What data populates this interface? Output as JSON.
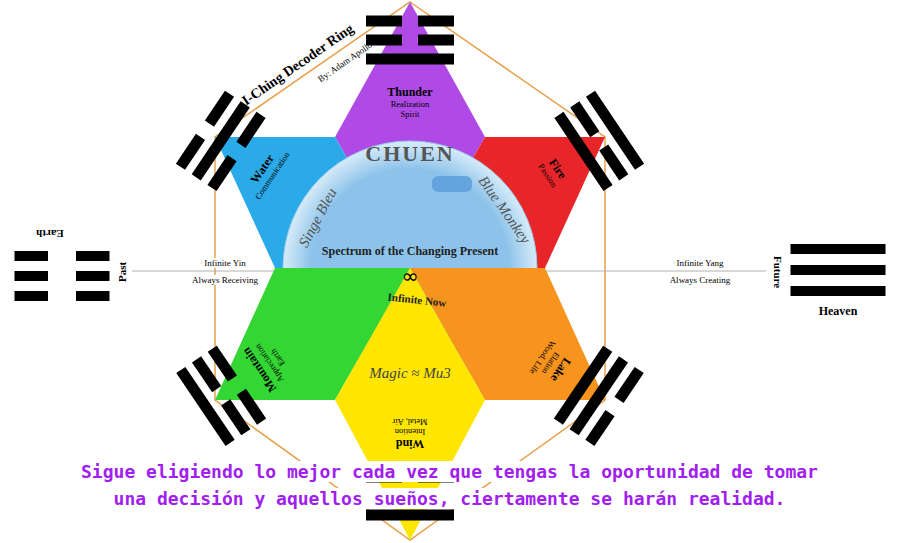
{
  "diagram": {
    "title": "I-Ching Decoder Ring",
    "caption": "Sigue eligiendo lo mejor cada vez que tengas la oportunidad de tomar una decisión y aquellos sueños, ciertamente se harán realidad.",
    "nodes": [
      {
        "text": [
          "Thunder",
          "Realization",
          "Spirit"
        ]
      },
      {
        "text": [
          "Water",
          "Communication"
        ]
      },
      {
        "text": [
          "Fire",
          "Passion"
        ]
      },
      {
        "text": [
          "CHUEN",
          "Singe Bleu",
          "Blue Monkey",
          "Spectrum of the Changing Present",
          "∞",
          "Infinite Now",
          "Magic ≈ Mu3"
        ]
      },
      {
        "text": [
          "Mountain",
          "Appreciation",
          "Earth"
        ]
      },
      {
        "text": [
          "Lake",
          "Elation",
          "Wood, Life"
        ]
      },
      {
        "text": [
          "Wind",
          "Intention",
          "Metal, Air"
        ]
      }
    ],
    "labels": [
      "By: Adam Apollo",
      "Earth",
      "Past",
      "Infinite Yin",
      "Always Receiving",
      "Infinite Yang",
      "Always Creating",
      "Future",
      "Heaven"
    ]
  }
}
